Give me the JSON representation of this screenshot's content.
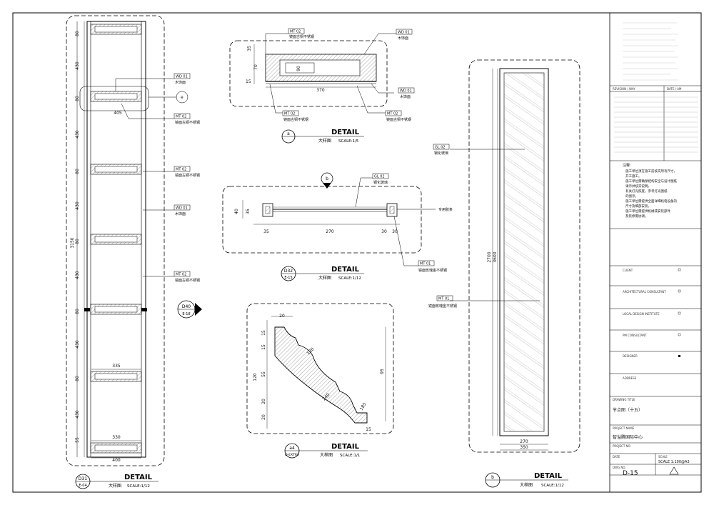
{
  "sheet": {
    "project_name": "智溢腾国际中心",
    "drawing_title": "节点图（十五）",
    "scale": "SCALE 1:100@A3",
    "drawing_no": "D-15"
  },
  "title_block": {
    "client_label": "CLIENT",
    "architect_label": "ARCHITECTURAL CONSULTANT",
    "local_design_label": "LOCAL DESIGN INSTITUTE",
    "pm_label": "PM CONSULTANT",
    "designer_label": "DESIGNER",
    "address_label": "ADDRESS",
    "drawing_title_label": "DRAWING TITLE",
    "project_name_label": "PROJECT NAME",
    "project_no_label": "PROJECT NO.",
    "date_label": "DATE",
    "scale_label": "SCALE",
    "dwg_no_label": "DWG NO.",
    "revision_label": "REVISION / WAY",
    "date_col_label": "DATE / AM",
    "notes_title": "注释:",
    "notes": [
      "施工单位须在施工前核实所有尺寸，",
      "开工施工。",
      "施工单位需确保结构安全与设计图纸",
      "请示并核实说明。",
      "有关灯光照度，参考灯光图纸",
      "的图示。",
      "施工单位需提供全面详细机电设备的",
      "尺寸及细部安装。",
      "施工单位需提供机械或安装部件",
      "及装修需协调。"
    ]
  },
  "details": [
    {
      "id": "detail-d31",
      "title": "DETAIL",
      "subtitle": "大样图",
      "scale": "SCALE:1/12",
      "bubble_top": "D31",
      "bubble_bottom": "E-04"
    },
    {
      "id": "detail-a",
      "title": "DETAIL",
      "subtitle": "大样图",
      "scale": "SCALE:1/5",
      "bubble_top": "a",
      "bubble_bottom": ""
    },
    {
      "id": "detail-d32",
      "title": "DETAIL",
      "subtitle": "大样图",
      "scale": "SCALE:1/12",
      "bubble_top": "D32",
      "bubble_bottom": "E-15"
    },
    {
      "id": "detail-a4",
      "title": "DETAIL",
      "subtitle": "大样图",
      "scale": "SCALE:1/1",
      "bubble_top": "a4",
      "bubble_bottom": "D-EXTRA"
    },
    {
      "id": "detail-b",
      "title": "DETAIL",
      "subtitle": "大样图",
      "scale": "SCALE:1/12",
      "bubble_top": "b",
      "bubble_bottom": ""
    }
  ],
  "tags": {
    "wd01": "WD  01",
    "mt02": "MT  02",
    "mt01": "MT  01",
    "gl02": "GL  02",
    "wood": "木饰面",
    "mirror_gold": "镜面古铜不锈钢",
    "mirror_rose": "镜面玫瑰金不锈钢",
    "glass": "钢化玻璃",
    "glue": "专用胶条",
    "callout_e": "e",
    "callout_b": "b",
    "section_d40": "D40",
    "section_e18": "E-18"
  },
  "dims_left": [
    "80",
    "430",
    "80",
    "430",
    "80",
    "430",
    "80",
    "430",
    "80",
    "430",
    "430",
    "80",
    "55",
    "3150",
    "405",
    "335",
    "330",
    "400"
  ],
  "dims_a": [
    "35",
    "70",
    "15",
    "90",
    "370"
  ],
  "dims_d32": [
    "40",
    "35",
    "35",
    "270",
    "30",
    "30"
  ],
  "dims_a4": [
    "20",
    "15",
    "15",
    "120",
    "55",
    "20",
    "20",
    "95",
    "180",
    "240",
    "185",
    "15"
  ],
  "dims_b": [
    "2700",
    "3600",
    "270",
    "350"
  ]
}
